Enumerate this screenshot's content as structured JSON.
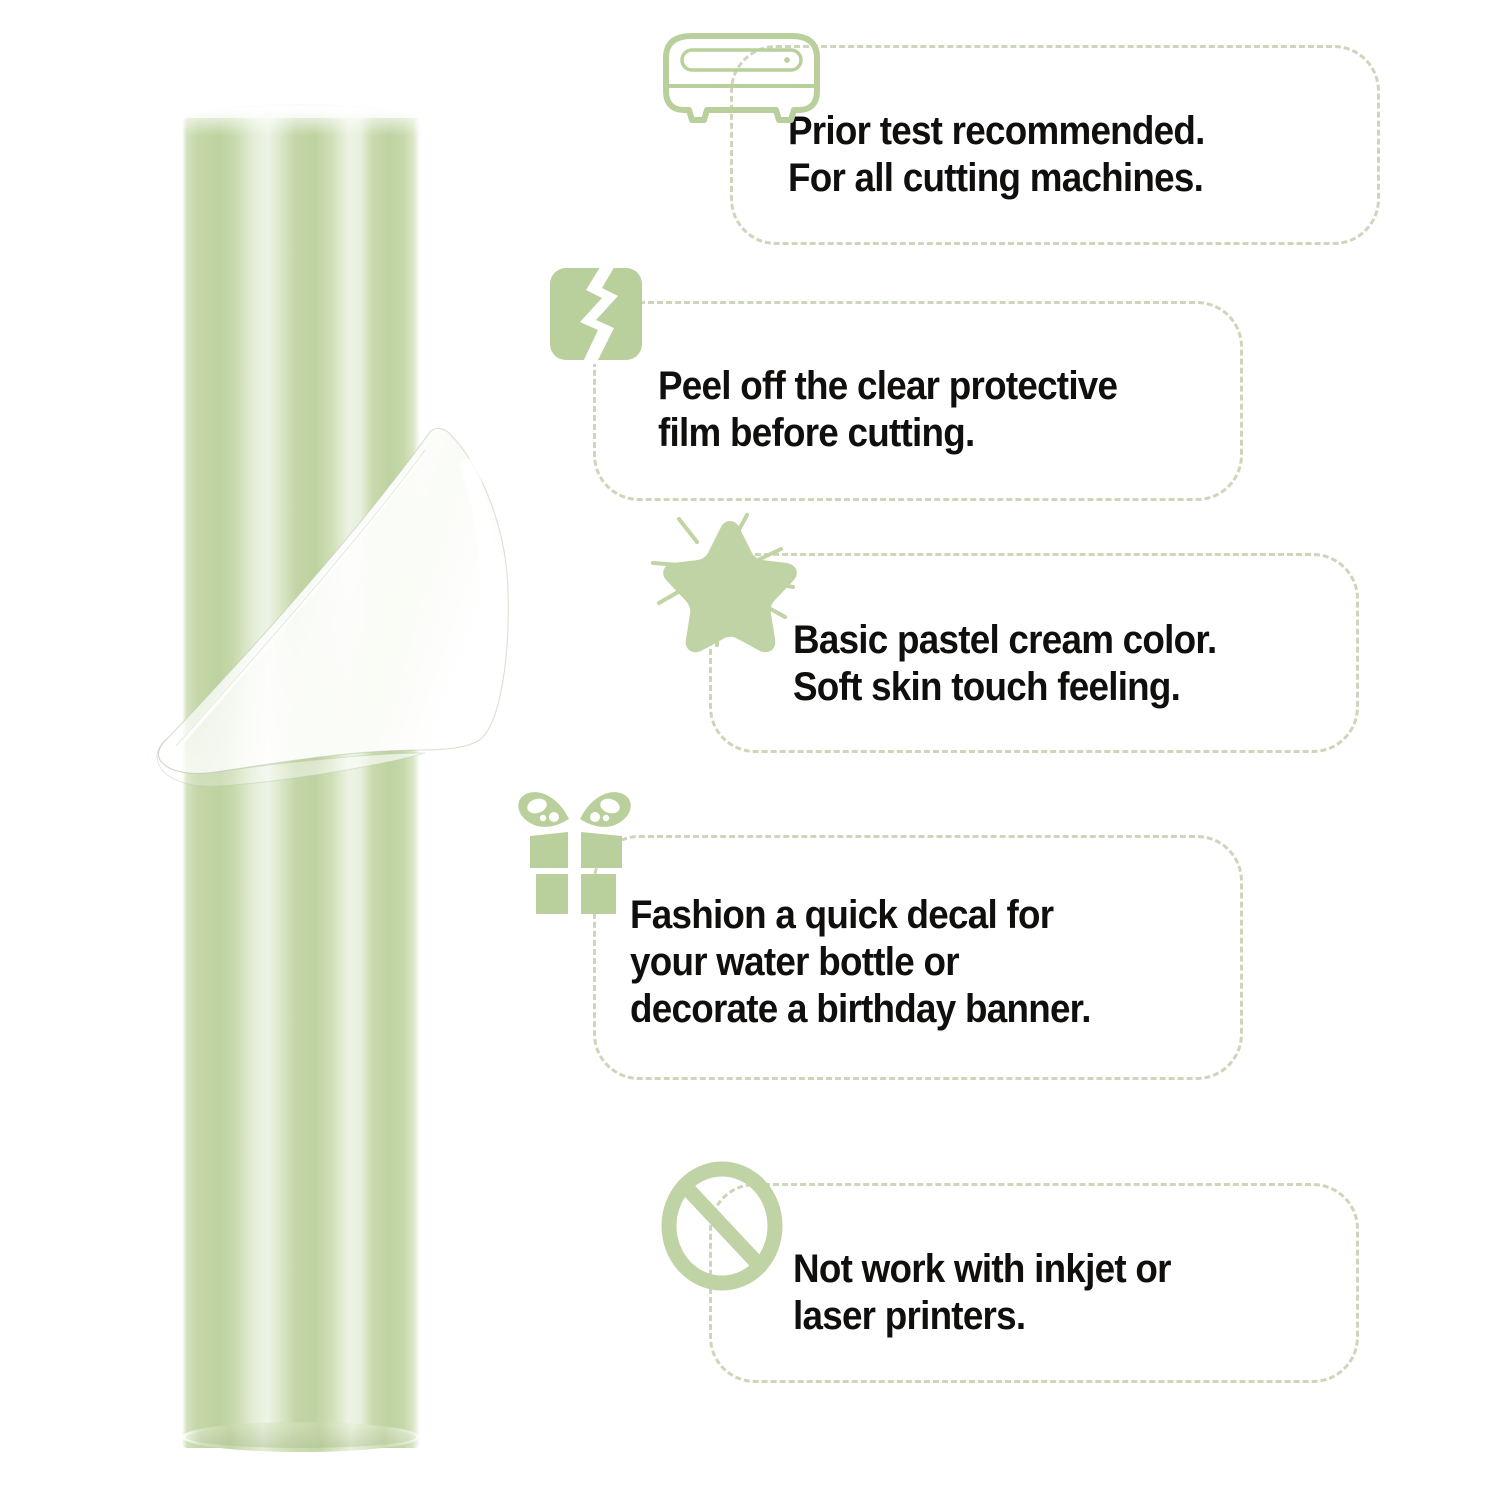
{
  "product": {
    "name": "pastel-cream-vinyl-roll",
    "roll_color": "#bdd2a1",
    "roll_highlight_color": "#eef4e6",
    "film_label": "clear protective film"
  },
  "theme": {
    "accent_green": "#bdd2a1",
    "icon_green": "#b9cf9c",
    "dashed_border": "#cdd6bb",
    "text_color": "#100f0d",
    "background": "#ffffff"
  },
  "features": [
    {
      "id": "prior-test",
      "icon": "cutting-machine-icon",
      "text": "Prior test recommended.\nFor all cutting machines."
    },
    {
      "id": "peel-film",
      "icon": "peel-film-icon",
      "text": "Peel off the clear protective\nfilm before cutting."
    },
    {
      "id": "pastel-color",
      "icon": "sparkle-star-icon",
      "text": "Basic pastel cream color.\nSoft skin touch feeling."
    },
    {
      "id": "decal-uses",
      "icon": "gift-box-icon",
      "text": "Fashion a quick decal for\nyour water bottle or\ndecorate a birthday banner."
    },
    {
      "id": "printer-warning",
      "icon": "prohibited-icon",
      "text": "Not work with inkjet or\nlaser printers."
    }
  ]
}
